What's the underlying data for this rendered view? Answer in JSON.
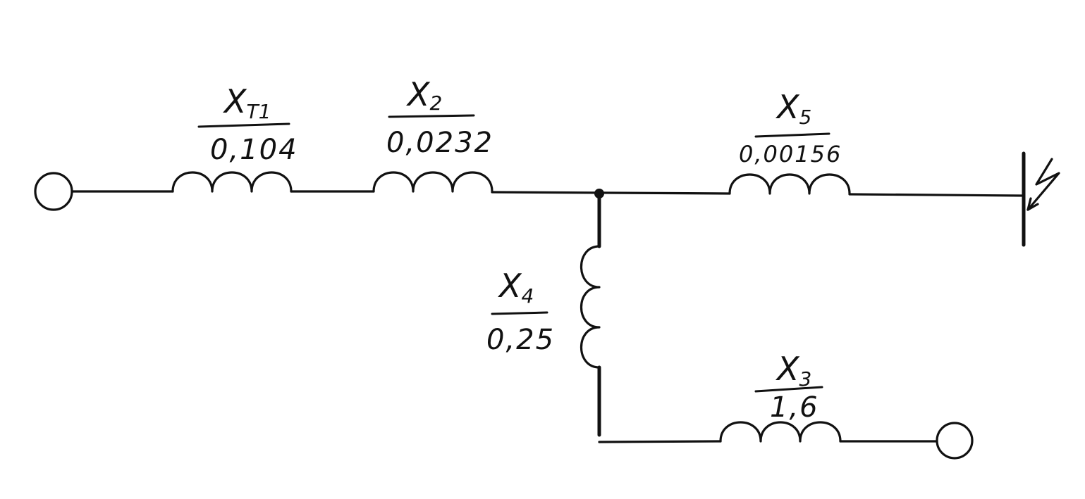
{
  "diagram": {
    "elements": {
      "xt1": {
        "symbol": "X",
        "subscript": "T1",
        "value": "0,104"
      },
      "x2": {
        "symbol": "X",
        "subscript": "2",
        "value": "0,0232"
      },
      "x5": {
        "symbol": "X",
        "subscript": "5",
        "value": "0,00156"
      },
      "x4": {
        "symbol": "X",
        "subscript": "4",
        "value": "0,25"
      },
      "x3": {
        "symbol": "X",
        "subscript": "3",
        "value": "1,6"
      }
    },
    "icons": {
      "source_terminal": "terminal-circle-icon",
      "output_terminal": "terminal-circle-icon",
      "fault": "short-circuit-fault-icon"
    },
    "colors": {
      "ink": "#111111",
      "paper": "#ffffff"
    }
  }
}
